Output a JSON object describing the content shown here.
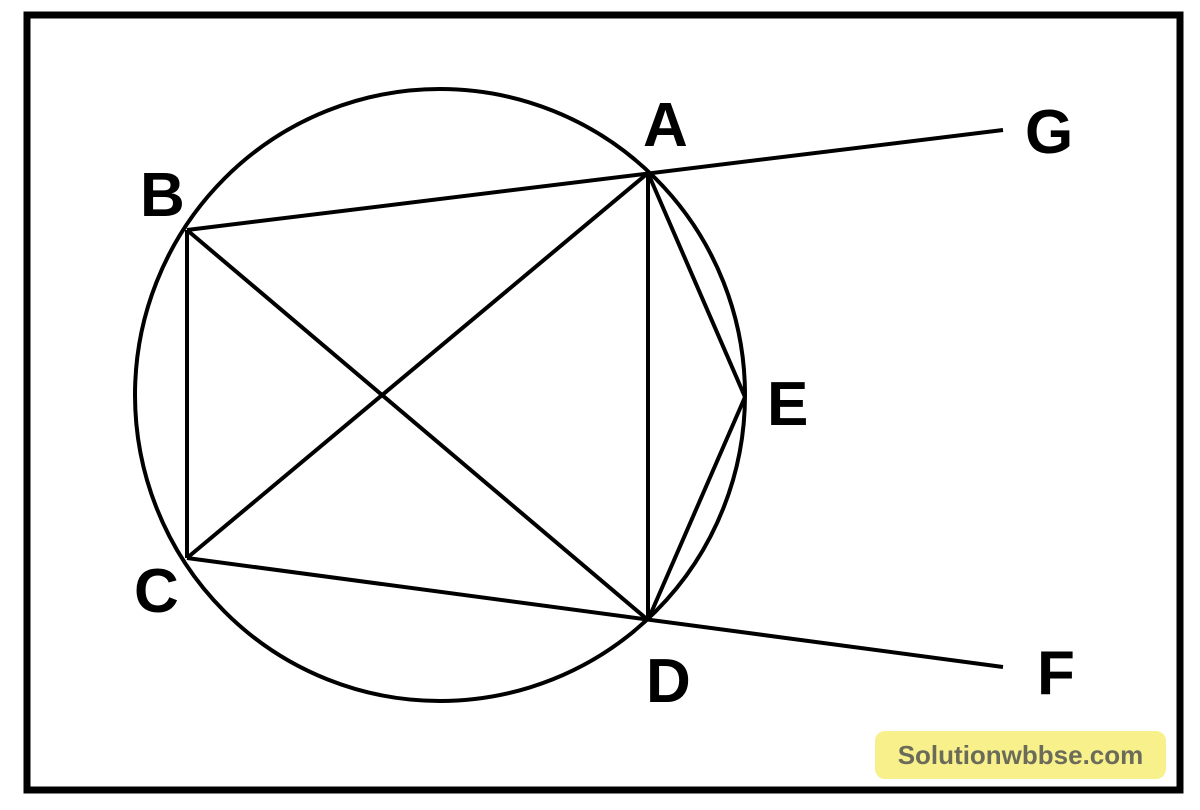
{
  "points": [
    {
      "id": "A",
      "label": "A"
    },
    {
      "id": "B",
      "label": "B"
    },
    {
      "id": "C",
      "label": "C"
    },
    {
      "id": "D",
      "label": "D"
    },
    {
      "id": "E",
      "label": "E"
    },
    {
      "id": "F",
      "label": "F"
    },
    {
      "id": "G",
      "label": "G"
    }
  ],
  "segments": [
    "BG",
    "AD",
    "AE",
    "ED",
    "BC",
    "BD",
    "AC",
    "CF"
  ],
  "watermark": "Solutionwbbse.com",
  "colors": {
    "stroke": "#000000",
    "watermark_bg": "#f8f08a"
  }
}
